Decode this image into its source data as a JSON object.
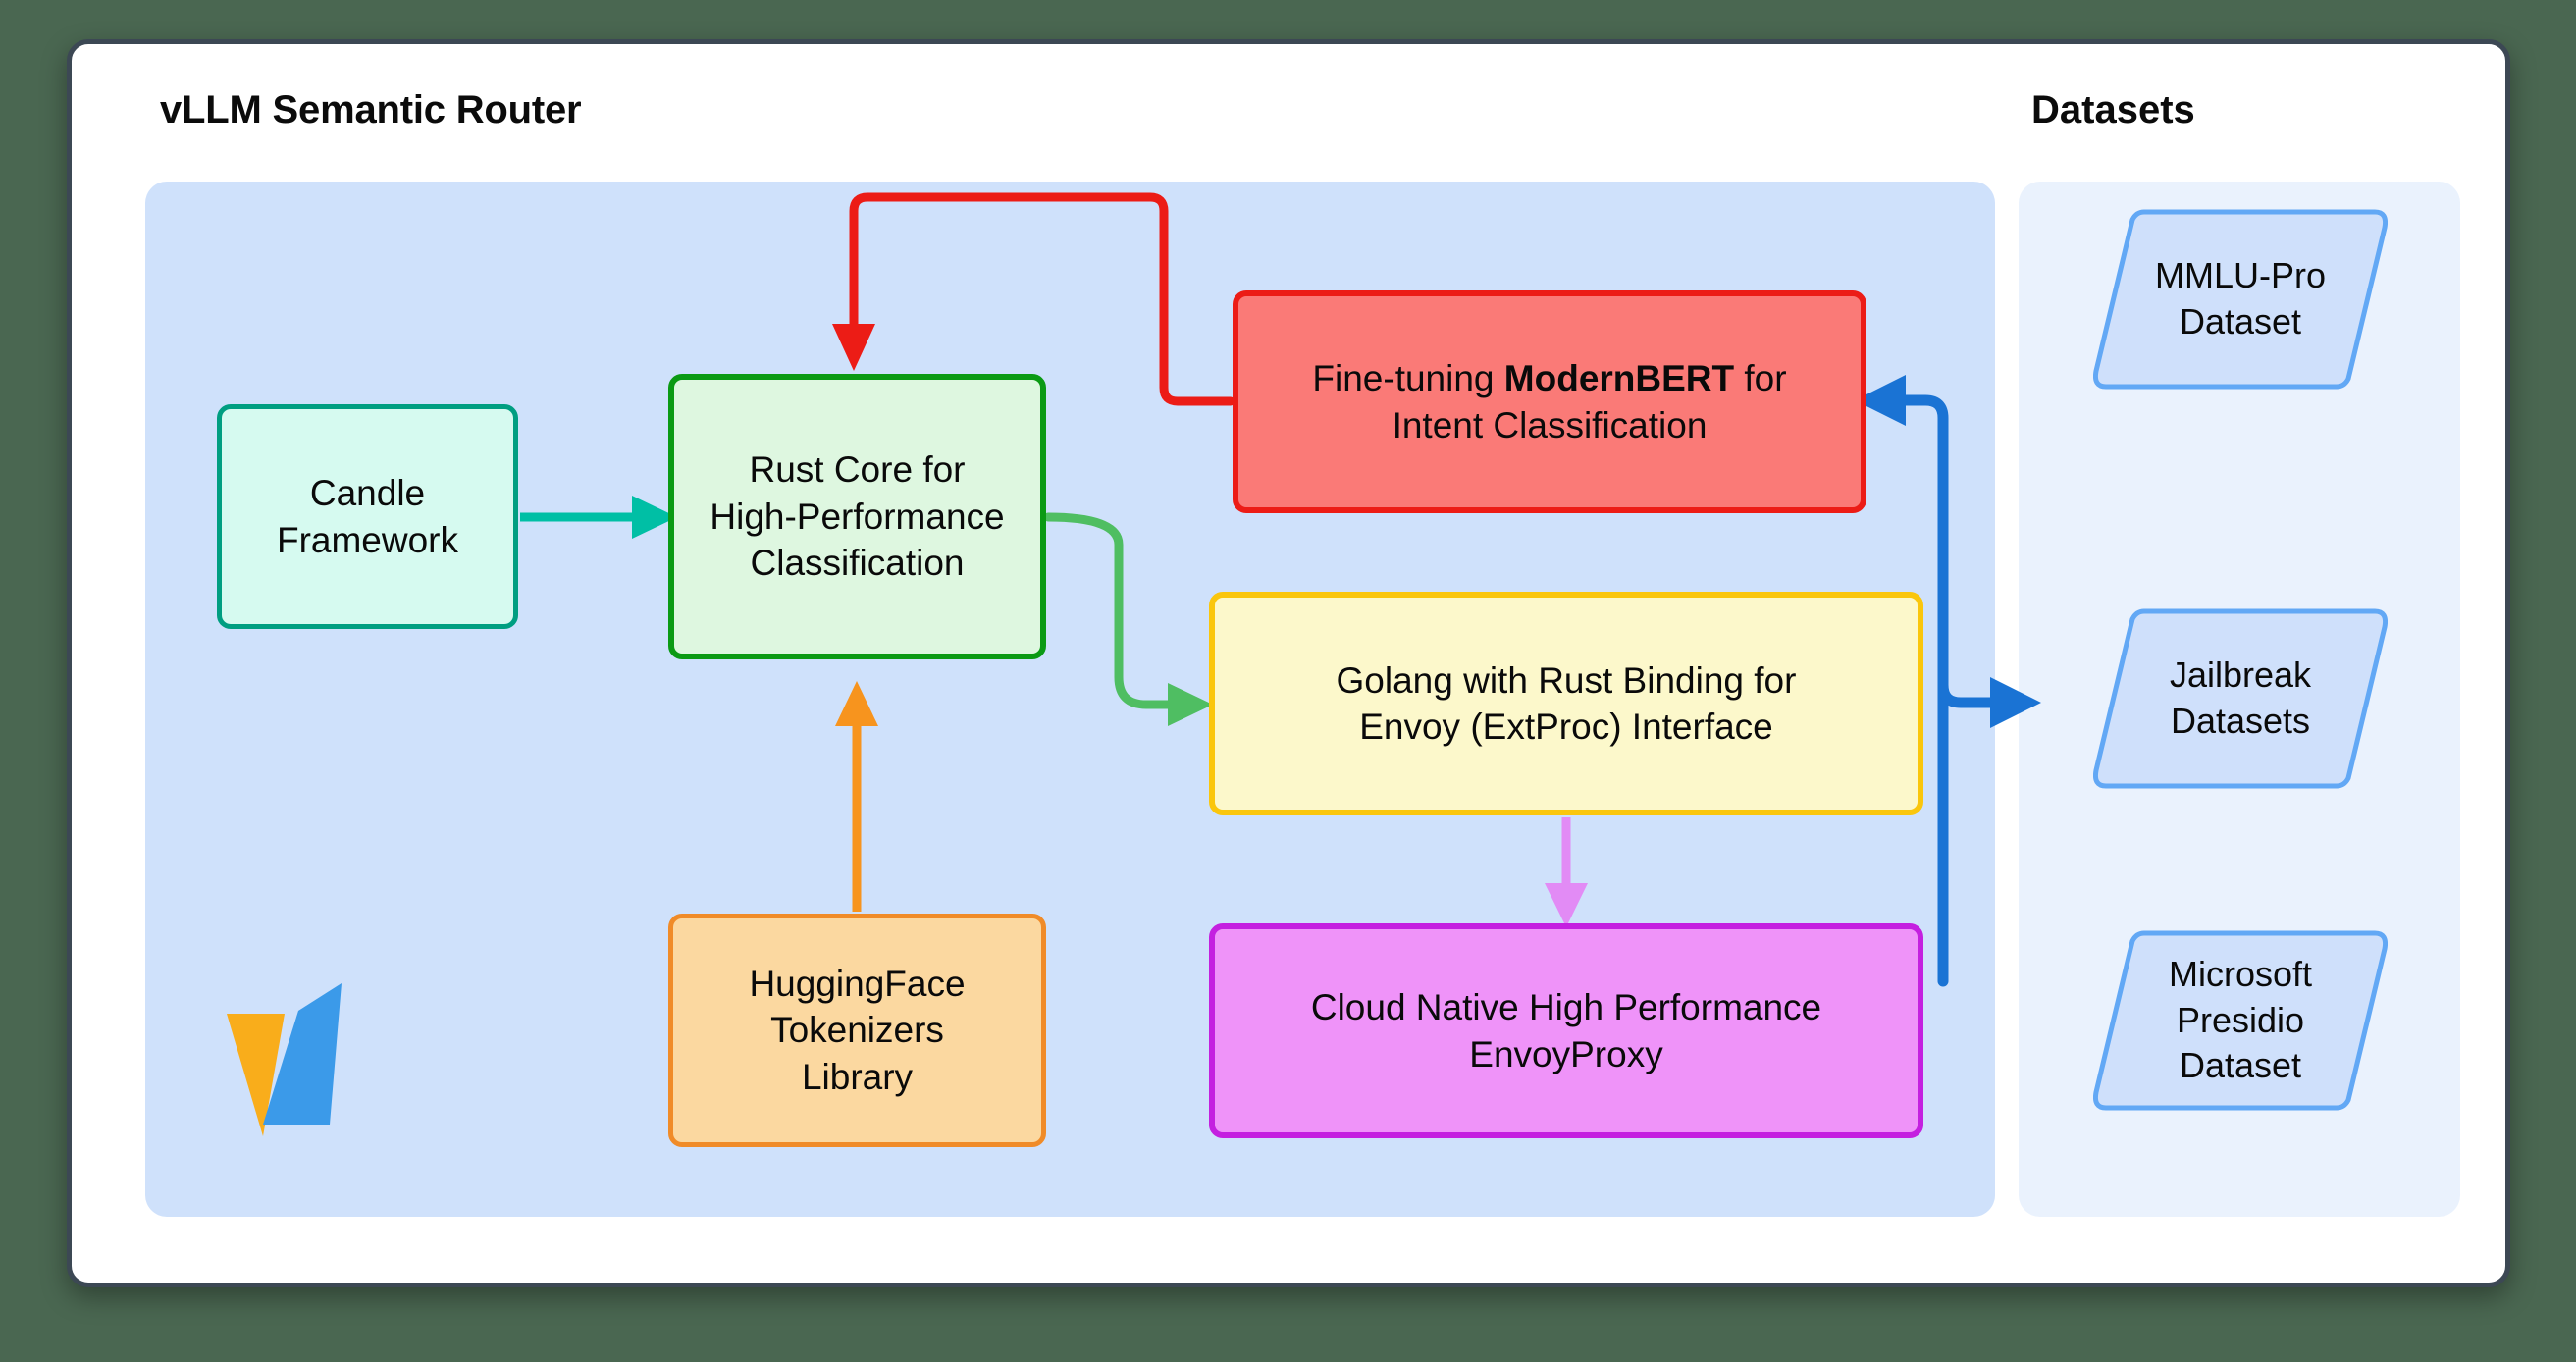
{
  "diagram": {
    "type": "flowchart",
    "background_color": "#4a6751",
    "card_background": "#ffffff",
    "card_border_color": "#3c4854"
  },
  "subgraphs": [
    {
      "id": "router",
      "title": "vLLM Semantic Router",
      "background_color": "#cfe1fb"
    },
    {
      "id": "datasets",
      "title": "Datasets",
      "background_color": "#eaf2fd"
    }
  ],
  "router": {
    "title": "vLLM Semantic Router",
    "nodes": {
      "candle": {
        "label": "Candle\nFramework",
        "fill": "#d6faf0",
        "stroke": "#009e81"
      },
      "rust_core": {
        "label": "Rust Core for\nHigh-Performance\nClassification",
        "fill": "#def7e0",
        "stroke": "#0b9a14"
      },
      "hugging_face": {
        "label": "HuggingFace\nTokenizers\nLibrary",
        "fill": "#fbd8a0",
        "stroke": "#f08b28"
      },
      "modernbert": {
        "label_prefix": "Fine-tuning ",
        "label_bold": "ModernBERT",
        "label_suffix": " for\nIntent Classification",
        "fill": "#fa7a77",
        "stroke": "#ec1c16"
      },
      "golang": {
        "label": "Golang with Rust Binding for\nEnvoy (ExtProc) Interface",
        "fill": "#fcf8cb",
        "stroke": "#fac60d"
      },
      "envoy": {
        "label": "Cloud Native High Performance\nEnvoyProxy",
        "fill": "#ef93f9",
        "stroke": "#c420e0"
      }
    },
    "logo": {
      "name": "vllm-logo",
      "left_color": "#f9ad1b",
      "right_color": "#3b9ae9"
    }
  },
  "datasets": {
    "title": "Datasets",
    "fill": "#cfe0fb",
    "stroke": "#62a8f5",
    "items": [
      {
        "label": "MMLU-Pro\nDataset"
      },
      {
        "label": "Jailbreak\nDatasets"
      },
      {
        "label": "Microsoft\nPresidio\nDataset"
      }
    ]
  },
  "edges": [
    {
      "from": "candle",
      "to": "rust_core",
      "color": "#00bfa5",
      "style": "straight-right"
    },
    {
      "from": "hugging_face",
      "to": "rust_core",
      "color": "#f7941e",
      "style": "straight-up"
    },
    {
      "from": "modernbert",
      "to": "rust_core",
      "color": "#ec1c16",
      "style": "orthogonal-loop-top"
    },
    {
      "from": "rust_core",
      "to": "golang",
      "color": "#4fbe62",
      "style": "orthogonal-down-right"
    },
    {
      "from": "golang",
      "to": "envoy",
      "color": "#e28bf5",
      "style": "straight-down"
    },
    {
      "from": "datasets",
      "to": "modernbert",
      "color": "#1a73d4",
      "style": "orthogonal-left-arrow"
    },
    {
      "from": "golang",
      "to": "datasets",
      "color": "#1a73d4",
      "style": "orthogonal-right-arrow"
    }
  ]
}
